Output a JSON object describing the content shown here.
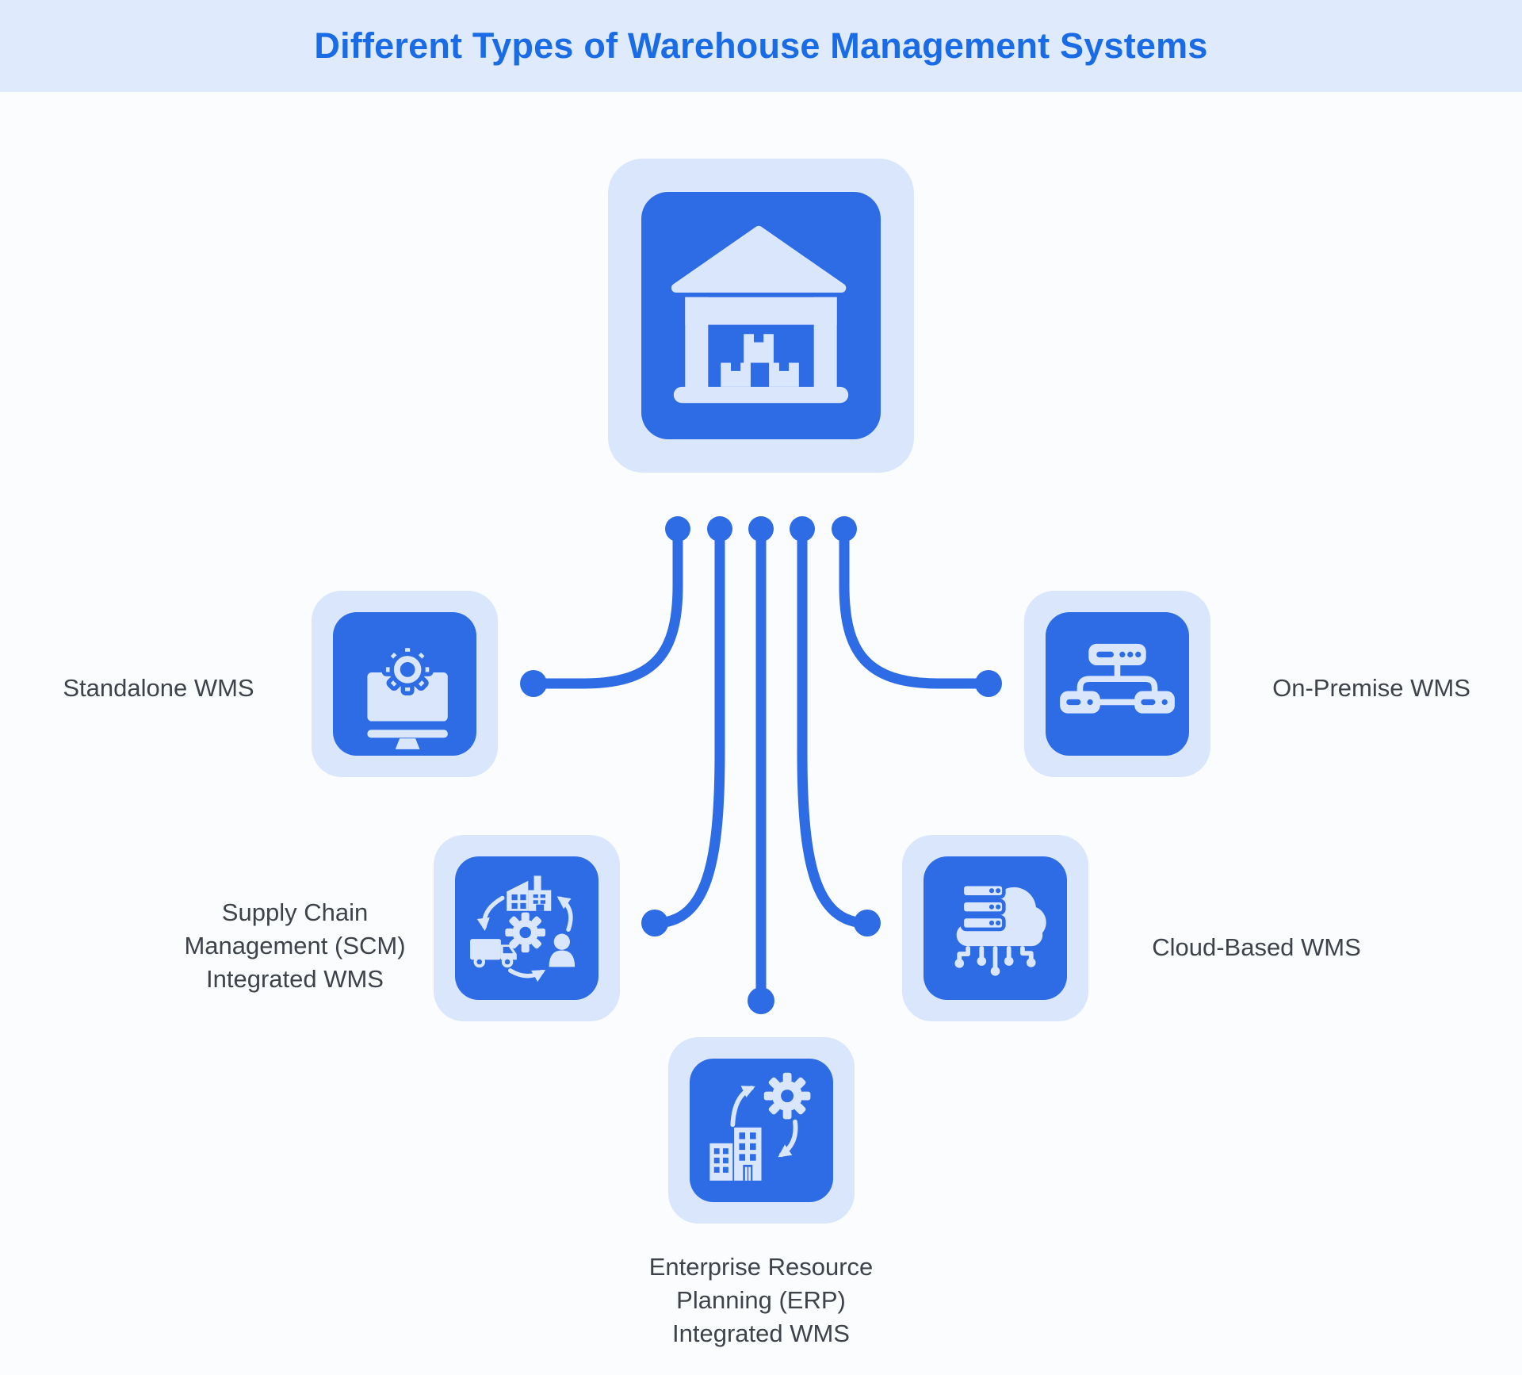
{
  "title": "Different Types of Warehouse Management Systems",
  "colors": {
    "accent_blue": "#2d6ce4",
    "light_blue": "#d9e6fc",
    "banner_blue": "#dfeafd",
    "title_blue": "#1a6ce6",
    "label_gray": "#3e434a",
    "background": "#fbfcfe"
  },
  "center_node": {
    "icon": "warehouse-icon"
  },
  "nodes": [
    {
      "id": "standalone",
      "icon": "monitor-gear-icon",
      "label_lines": [
        "Standalone WMS"
      ]
    },
    {
      "id": "on-premise",
      "icon": "server-network-icon",
      "label_lines": [
        "On-Premise WMS"
      ]
    },
    {
      "id": "scm",
      "icon": "supply-chain-cycle-icon",
      "label_lines": [
        "Supply Chain",
        "Management (SCM)",
        "Integrated WMS"
      ]
    },
    {
      "id": "cloud",
      "icon": "cloud-server-icon",
      "label_lines": [
        "Cloud-Based WMS"
      ]
    },
    {
      "id": "erp",
      "icon": "buildings-gear-icon",
      "label_lines": [
        "Enterprise Resource",
        "Planning (ERP)",
        "Integrated WMS"
      ]
    }
  ]
}
